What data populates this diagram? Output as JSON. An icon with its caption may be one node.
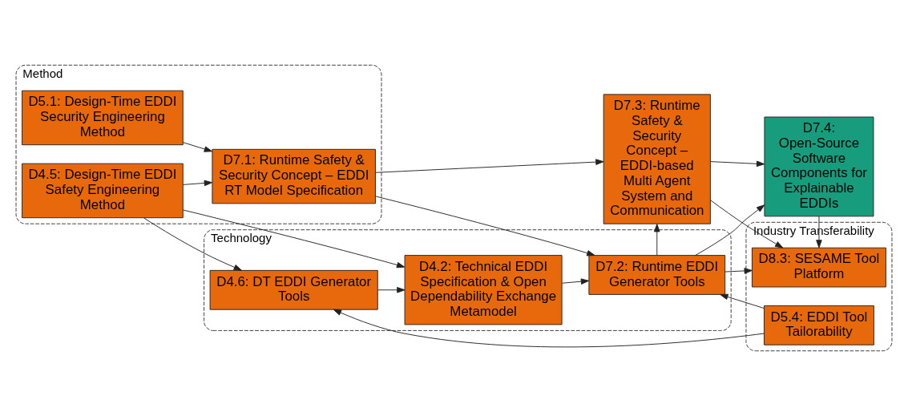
{
  "diagram": {
    "nodes": [
      {
        "text": [
          "Method"
        ]
      },
      {
        "text": [
          "D5.1: Design-Time EDDI Security Engineering Method"
        ],
        "in": 0
      },
      {
        "text": [
          "D4.5: Design-Time EDDI Safety Engineering Method"
        ],
        "in": 0
      },
      {
        "text": [
          "D7.1: Runtime Safety & Security Concept – EDDI RT Model Specification"
        ],
        "in": 0
      },
      {
        "text": [
          "D7.3: Runtime Safety & Security Concept – EDDI-based Multi Agent System and Communication"
        ]
      },
      {
        "text": [
          "Technology"
        ]
      },
      {
        "text": [
          "D4.6: DT EDDI Generator Tools"
        ],
        "in": 5
      },
      {
        "text": [
          "D4.2: Technical EDDI Specification & Open Dependability Exchange Metamodel"
        ],
        "in": 5
      },
      {
        "text": [
          "D7.2: Runtime EDDI Generator Tools"
        ],
        "in": 5
      },
      {
        "text": [
          "D7.4: Open-Source Software Components for Explainable EDDIs"
        ]
      },
      {
        "text": [
          "Industry Transferability"
        ]
      },
      {
        "text": [
          "D5.4: EDDI Tool Tailorability"
        ],
        "in": 10
      },
      {
        "text": [
          "D8.3: SESAME Tool Platform"
        ],
        "in": 10
      }
    ],
    "edges": [
      {
        "from": 1,
        "to": 3,
        "arrow": "to"
      },
      {
        "from": 2,
        "to": 3,
        "arrow": "to"
      },
      {
        "from": 2,
        "to": 6,
        "arrow": "to"
      },
      {
        "from": 2,
        "to": 7,
        "arrow": "to"
      },
      {
        "from": 3,
        "to": 4,
        "arrow": "to"
      },
      {
        "from": 3,
        "to": 8,
        "arrow": "to"
      },
      {
        "from": 6,
        "to": 7,
        "arrow": "to"
      },
      {
        "from": 7,
        "to": 8,
        "arrow": "to"
      },
      {
        "from": 8,
        "to": 4,
        "arrow": "to"
      },
      {
        "from": 8,
        "to": 9,
        "arrow": "to"
      },
      {
        "from": 4,
        "to": 9,
        "arrow": "to"
      },
      {
        "from": 8,
        "to": 12,
        "arrow": "to"
      },
      {
        "from": 4,
        "to": 12,
        "arrow": "to"
      },
      {
        "from": 9,
        "to": 12,
        "arrow": "to"
      },
      {
        "from": 11,
        "to": 6,
        "arrow": "to"
      },
      {
        "from": 11,
        "to": 8,
        "arrow": "to"
      }
    ]
  }
}
